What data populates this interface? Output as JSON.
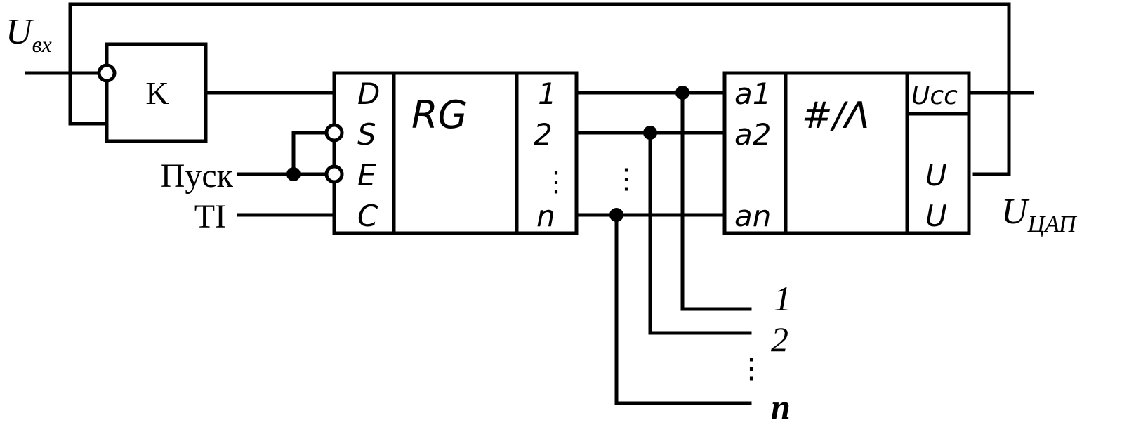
{
  "inputs": {
    "u_in_main": "U",
    "u_in_sub": "вх",
    "start": "Пуск",
    "clock": "TI"
  },
  "comparator": {
    "label": "K"
  },
  "register": {
    "name": "RG",
    "pins_in": [
      "D",
      "S",
      "E",
      "C"
    ],
    "pins_out": [
      "1",
      "2",
      "⋮",
      "n"
    ]
  },
  "dac": {
    "name": "#/Λ",
    "pins_in": [
      "a1",
      "a2",
      "an"
    ],
    "pins_out": [
      "Ucc",
      "U",
      "U"
    ]
  },
  "output": {
    "u_dac_main": "U",
    "u_dac_sub": "ЦАП"
  },
  "digital_outputs": [
    "1",
    "2",
    "⋮",
    "n"
  ],
  "middle_dots": "⋮"
}
